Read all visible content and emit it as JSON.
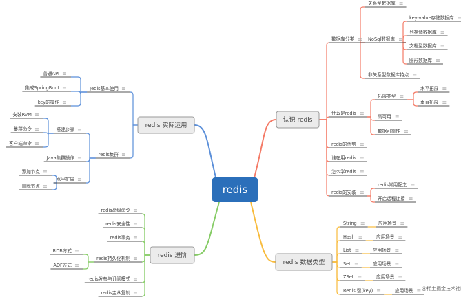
{
  "mindmap": {
    "root": "redis",
    "root_color": "#2b6fba",
    "branches": [
      {
        "label": "认识 redis",
        "color": "#f47a66",
        "children": [
          {
            "label": "数据库分类",
            "children": [
              {
                "label": "关系型数据库"
              },
              {
                "label": "NoSql数据库",
                "children": [
                  {
                    "label": "key-value存储数据库"
                  },
                  {
                    "label": "列存储数据库"
                  },
                  {
                    "label": "文档型数据库"
                  },
                  {
                    "label": "图形数据库"
                  }
                ]
              },
              {
                "label": "非关系型数据库特点"
              }
            ]
          },
          {
            "label": "什么是redis",
            "children": [
              {
                "label": "拓展类型",
                "children": [
                  {
                    "label": "水平拓展"
                  },
                  {
                    "label": "垂直拓展"
                  }
                ]
              },
              {
                "label": "高可用"
              },
              {
                "label": "数据可靠性"
              }
            ]
          },
          {
            "label": "redis的优势"
          },
          {
            "label": "谁在用redis"
          },
          {
            "label": "怎么学redis"
          },
          {
            "label": "redis的安装",
            "children": [
              {
                "label": "redis常用配之"
              },
              {
                "label": "开启远程连接"
              }
            ]
          }
        ]
      },
      {
        "label": "redis  实际运用",
        "color": "#5b8fd9",
        "children": [
          {
            "label": "Jedis基本使用",
            "children": [
              {
                "label": "普通API"
              },
              {
                "label": "集成SpringBoot"
              },
              {
                "label": "key的操作"
              }
            ]
          },
          {
            "label": "redis集群",
            "children": [
              {
                "label": "搭建步骤",
                "children": [
                  {
                    "label": "安装RVM"
                  },
                  {
                    "label": "集群命令"
                  },
                  {
                    "label": "客户端命令"
                  }
                ]
              },
              {
                "label": "Java集群操作"
              },
              {
                "label": "水平扩展",
                "children": [
                  {
                    "label": "添加节点"
                  },
                  {
                    "label": "删除节点"
                  }
                ]
              }
            ]
          }
        ]
      },
      {
        "label": "redis  进阶",
        "color": "#86cc66",
        "children": [
          {
            "label": "redis高级命令"
          },
          {
            "label": "redis安全性"
          },
          {
            "label": "redis事务"
          },
          {
            "label": "redis持久化机制",
            "children": [
              {
                "label": "RDB方式"
              },
              {
                "label": "AOF方式"
              }
            ]
          },
          {
            "label": "redis发布与订阅模式"
          },
          {
            "label": "redis主从复制"
          }
        ]
      },
      {
        "label": "redis  数据类型",
        "color": "#f8bb3c",
        "children": [
          {
            "label": "String",
            "children": [
              {
                "label": "应用场景"
              }
            ]
          },
          {
            "label": "Hash",
            "children": [
              {
                "label": "应用场景"
              }
            ]
          },
          {
            "label": "List",
            "children": [
              {
                "label": "应用场景"
              }
            ]
          },
          {
            "label": "Set",
            "children": [
              {
                "label": "应用场景"
              }
            ]
          },
          {
            "label": "ZSet",
            "children": [
              {
                "label": "应用场景"
              }
            ]
          },
          {
            "label": "Redis 键(key)",
            "children": [
              {
                "label": "应用场景"
              }
            ]
          }
        ]
      }
    ]
  },
  "note_icon": "note-lines-icon",
  "watermark": "@稀土掘金技术社区"
}
